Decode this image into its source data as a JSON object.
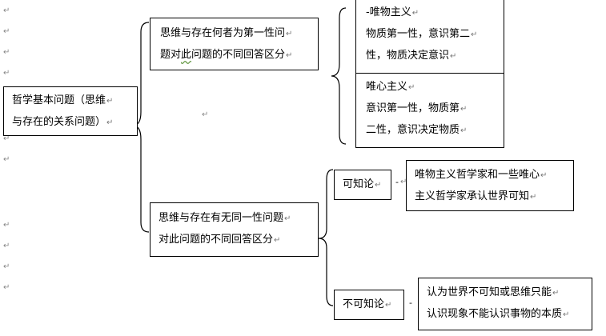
{
  "para_mark": "↵",
  "root": {
    "line1": "哲学基本问题（思维",
    "line2": "与存在的关系问题）"
  },
  "q1": {
    "line1": "思维与存在何者为第一性问",
    "line2_prefix": "题对",
    "line2_squiggle": "此",
    "line2_rest": "问题的不同回答区分"
  },
  "materialism": {
    "line1": "-唯物主义",
    "line2": "物质第一性，意识第二",
    "line3": "性，物质决定意识"
  },
  "idealism": {
    "line1": "唯心主义",
    "line2": "意识第一性，物质第",
    "line3": "二性，意识决定物质"
  },
  "q2": {
    "line1": "思维与存在有无同一性问题",
    "line2": "对此问题的不同回答区分"
  },
  "knowable": {
    "label": "可知论",
    "dash": "-",
    "desc_line1": "唯物主义哲学家和一些唯心",
    "desc_line2": "主义哲学家承认世界可知"
  },
  "agnostic": {
    "label": "不可知论",
    "dash": "-",
    "desc_line1": "认为世界不可知或思维只能",
    "desc_line2": "认识现象不能认识事物的本质"
  }
}
